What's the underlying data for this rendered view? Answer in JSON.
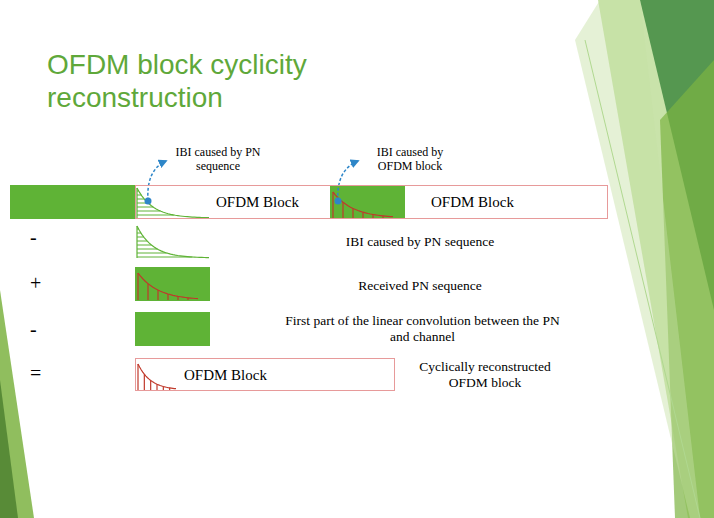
{
  "diagram": {
    "title": "OFDM block cyclicity reconstruction",
    "nodes": [
      {
        "text": [
          "OFDM Block",
          "OFDM Block"
        ]
      },
      {
        "text": [
          "OFDM Block"
        ]
      }
    ],
    "labels": [
      "IBI caused by PN sequence",
      "IBI caused by OFDM block",
      "-",
      "IBI caused by PN sequence",
      "+",
      "Received PN sequence",
      "-",
      "First part of the linear convolution between the PN and channel",
      "=",
      "Cyclically reconstructed OFDM block"
    ]
  }
}
